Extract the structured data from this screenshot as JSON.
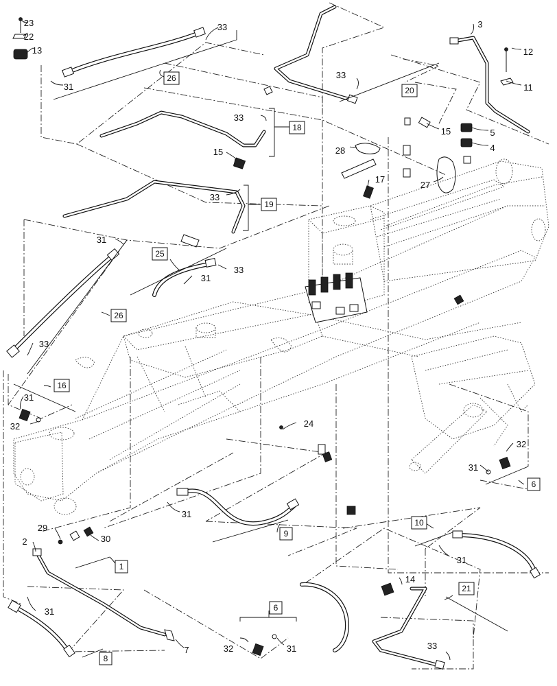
{
  "callouts": [
    {
      "id": "c23",
      "text": "23",
      "boxed": false
    },
    {
      "id": "c22",
      "text": "22",
      "boxed": false
    },
    {
      "id": "c13",
      "text": "13",
      "boxed": false
    },
    {
      "id": "c33a",
      "text": "33",
      "boxed": false
    },
    {
      "id": "c31a",
      "text": "31",
      "boxed": false
    },
    {
      "id": "c26a",
      "text": "26",
      "boxed": true
    },
    {
      "id": "c33b",
      "text": "33",
      "boxed": false
    },
    {
      "id": "c20",
      "text": "20",
      "boxed": true
    },
    {
      "id": "c3",
      "text": "3",
      "boxed": false
    },
    {
      "id": "c12",
      "text": "12",
      "boxed": false
    },
    {
      "id": "c11",
      "text": "11",
      "boxed": false
    },
    {
      "id": "c33c",
      "text": "33",
      "boxed": false
    },
    {
      "id": "c18",
      "text": "18",
      "boxed": true
    },
    {
      "id": "c15a",
      "text": "15",
      "boxed": false
    },
    {
      "id": "c5",
      "text": "5",
      "boxed": false
    },
    {
      "id": "c4",
      "text": "4",
      "boxed": false
    },
    {
      "id": "c28",
      "text": "28",
      "boxed": false
    },
    {
      "id": "c15b",
      "text": "15",
      "boxed": false
    },
    {
      "id": "c17",
      "text": "17",
      "boxed": false
    },
    {
      "id": "c27",
      "text": "27",
      "boxed": false
    },
    {
      "id": "c33d",
      "text": "33",
      "boxed": false
    },
    {
      "id": "c19",
      "text": "19",
      "boxed": true
    },
    {
      "id": "c31b",
      "text": "31",
      "boxed": false
    },
    {
      "id": "c25",
      "text": "25",
      "boxed": true
    },
    {
      "id": "c33e",
      "text": "33",
      "boxed": false
    },
    {
      "id": "c31c",
      "text": "31",
      "boxed": false
    },
    {
      "id": "c26b",
      "text": "26",
      "boxed": true
    },
    {
      "id": "c33f",
      "text": "33",
      "boxed": false
    },
    {
      "id": "c16",
      "text": "16",
      "boxed": true
    },
    {
      "id": "c31d",
      "text": "31",
      "boxed": false
    },
    {
      "id": "c32a",
      "text": "32",
      "boxed": false
    },
    {
      "id": "c24",
      "text": "24",
      "boxed": false
    },
    {
      "id": "c32b",
      "text": "32",
      "boxed": false
    },
    {
      "id": "c31e",
      "text": "31",
      "boxed": false
    },
    {
      "id": "c6a",
      "text": "6",
      "boxed": true
    },
    {
      "id": "c31f",
      "text": "31",
      "boxed": false
    },
    {
      "id": "c9",
      "text": "9",
      "boxed": true
    },
    {
      "id": "c29",
      "text": "29",
      "boxed": false
    },
    {
      "id": "c2",
      "text": "2",
      "boxed": false
    },
    {
      "id": "c30",
      "text": "30",
      "boxed": false
    },
    {
      "id": "c1",
      "text": "1",
      "boxed": true
    },
    {
      "id": "c10",
      "text": "10",
      "boxed": true
    },
    {
      "id": "c31g",
      "text": "31",
      "boxed": false
    },
    {
      "id": "c14",
      "text": "14",
      "boxed": false
    },
    {
      "id": "c21",
      "text": "21",
      "boxed": true
    },
    {
      "id": "c31h",
      "text": "31",
      "boxed": false
    },
    {
      "id": "c6b",
      "text": "6",
      "boxed": true
    },
    {
      "id": "c7",
      "text": "7",
      "boxed": false
    },
    {
      "id": "c32c",
      "text": "32",
      "boxed": false
    },
    {
      "id": "c31i",
      "text": "31",
      "boxed": false
    },
    {
      "id": "c8",
      "text": "8",
      "boxed": true
    },
    {
      "id": "c33g",
      "text": "33",
      "boxed": false
    }
  ],
  "colors": {
    "ink": "#111111",
    "background": "#ffffff"
  }
}
